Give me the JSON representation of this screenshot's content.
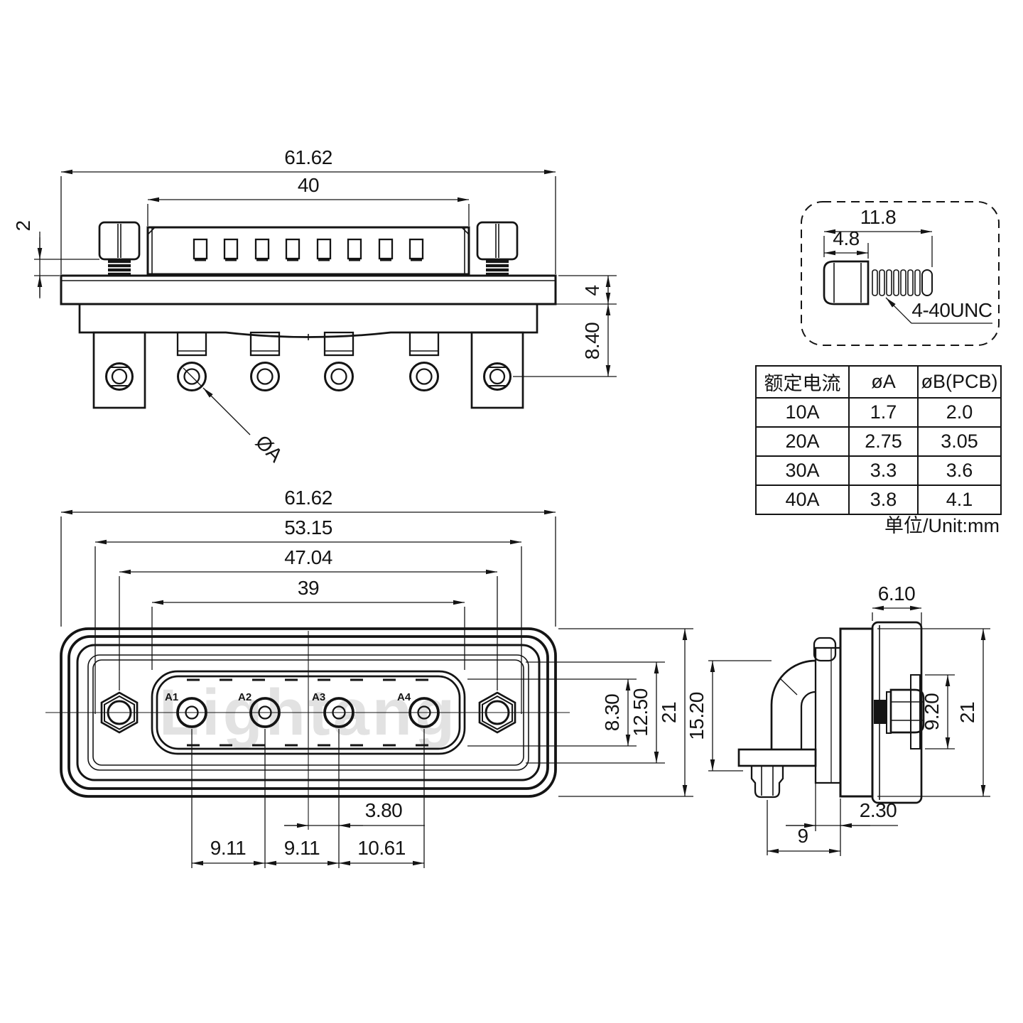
{
  "watermark": "Lightang",
  "unit_note": "单位/Unit:mm",
  "top_view": {
    "dim_overall": "61.62",
    "dim_body": "40",
    "dim_screw_gap": "2",
    "dim_flange_thickness": "4",
    "dim_tail_length": "8.40",
    "pin_dia_label": "ØA"
  },
  "screw_detail": {
    "dim_total_length": "11.8",
    "dim_head_length": "4.8",
    "thread_spec": "4-40UNC"
  },
  "spec_table": {
    "col_headers": [
      "额定电流",
      "øA",
      "øB(PCB)"
    ],
    "rows": [
      [
        "10A",
        "1.7",
        "2.0"
      ],
      [
        "20A",
        "2.75",
        "3.05"
      ],
      [
        "30A",
        "3.3",
        "3.6"
      ],
      [
        "40A",
        "3.8",
        "4.1"
      ]
    ]
  },
  "front_view": {
    "dim_overall": "61.62",
    "dim_shell": "53.15",
    "dim_screw_span": "47.04",
    "dim_opening": "39",
    "dim_opening_height": "8.30",
    "dim_recess_height": "12.50",
    "dim_height": "21",
    "dim_a3_offset": "3.80",
    "dim_pitch_a1a2": "9.11",
    "dim_pitch_a2a3": "9.11",
    "dim_pitch_a3a4": "10.61",
    "pin_labels": [
      "A1",
      "A2",
      "A3",
      "A4"
    ]
  },
  "side_view": {
    "dim_bezel_depth": "6.10",
    "dim_body_height": "15.20",
    "dim_screw_height": "9.20",
    "dim_height": "21",
    "dim_pcb_offset": "2.30",
    "dim_pin_offset": "9"
  }
}
